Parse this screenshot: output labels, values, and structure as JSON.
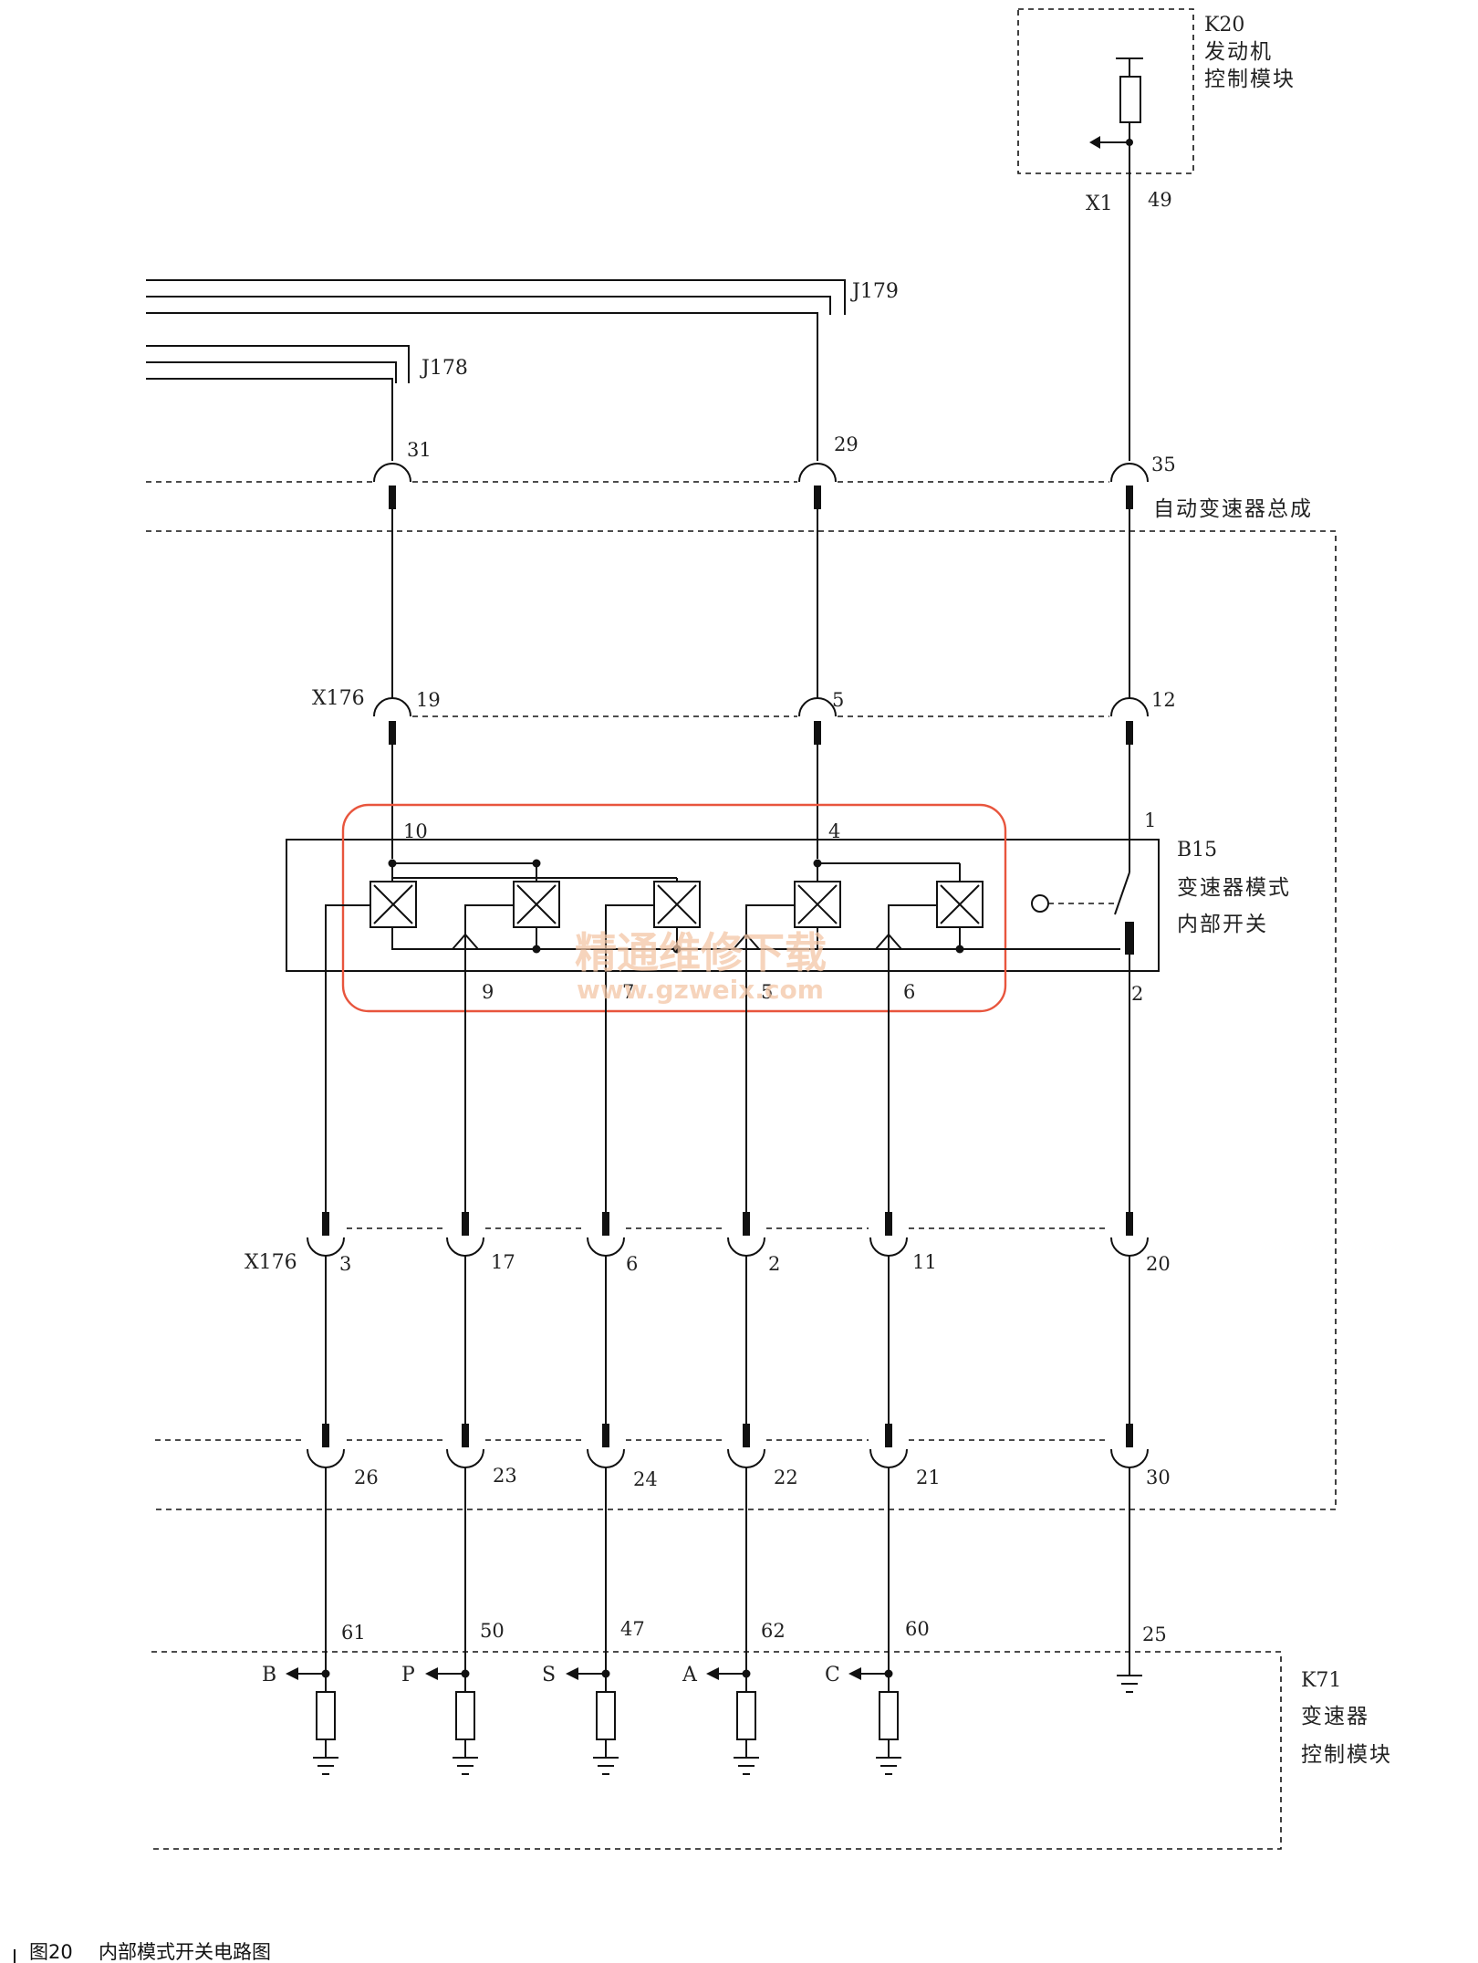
{
  "modules": {
    "k20": {
      "id": "K20",
      "line1": "发动机",
      "line2": "控制模块"
    },
    "b15": {
      "id": "B15",
      "line1": "变速器模式",
      "line2": "内部开关"
    },
    "k71": {
      "id": "K71",
      "line1": "变速器",
      "line2": "控制模块"
    },
    "tcm_assembly": {
      "label": "自动变速器总成"
    }
  },
  "connectors": {
    "x1": {
      "id": "X1",
      "pin": "49"
    },
    "j179": "J179",
    "j178": "J178",
    "bulkhead_pins": [
      "31",
      "29",
      "35"
    ],
    "x176_upper": {
      "id": "X176",
      "pins": [
        "19",
        "5",
        "12"
      ]
    },
    "b15_top_pins": [
      "10",
      "4",
      "1"
    ],
    "b15_bottom_pins": [
      "9",
      "7",
      "5",
      "6",
      "2"
    ],
    "x176_lower": {
      "id": "X176",
      "pins": [
        "3",
        "17",
        "6",
        "2",
        "11",
        "20"
      ]
    },
    "inline_pins": [
      "26",
      "23",
      "24",
      "22",
      "21",
      "30"
    ],
    "k71_pins": [
      "61",
      "50",
      "47",
      "62",
      "60",
      "25"
    ],
    "k71_signals": [
      "B",
      "P",
      "S",
      "A",
      "C"
    ]
  },
  "watermark": {
    "line1": "精通维修下载",
    "line2": "www.gzweix.com"
  },
  "caption": {
    "number": "图20",
    "title": "内部模式开关电路图"
  }
}
